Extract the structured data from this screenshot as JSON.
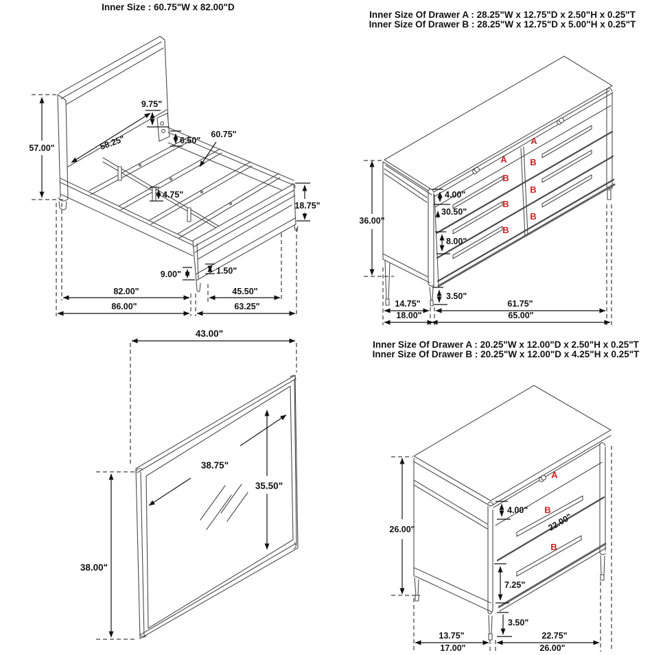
{
  "colors": {
    "line": "#4a4a4a",
    "dim": "#111111",
    "red_label": "#cc2222",
    "background": "#ffffff"
  },
  "bed": {
    "title": "Inner Size : 60.75\"W x 82.00\"D",
    "dims": {
      "height": "57.00\"",
      "headboard_panel": "9.75\"",
      "headboard_width": "58.25\"",
      "rail_height": "6.50\"",
      "slat_width": "60.75\"",
      "support_leg_height": "4.75\"",
      "footboard_height": "18.75\"",
      "leg_height": "9.00\"",
      "foot_cap": "1.50\"",
      "inner_length": "82.00\"",
      "overall_length": "86.00\"",
      "footboard_inner_width": "45.50\"",
      "footboard_width": "63.25\""
    }
  },
  "dresser": {
    "title_line1": "Inner Size Of Drawer A : 28.25\"W x 12.75\"D x 2.50\"H x 0.25\"T",
    "title_line2": "Inner Size Of Drawer B : 28.25\"W x 12.75\"D x 5.00\"H x 0.25\"T",
    "drawer_labels": [
      "A",
      "A",
      "B",
      "B",
      "B",
      "B",
      "B",
      "B"
    ],
    "dims": {
      "height": "36.00\"",
      "drawer_a_front": "4.00\"",
      "drawer_bank": "30.50\"",
      "drawer_b_front": "8.00\"",
      "leg": "3.50\"",
      "depth_inner": "14.75\"",
      "depth": "18.00\"",
      "width_inner": "61.75\"",
      "width": "65.00\""
    }
  },
  "mirror": {
    "dims": {
      "width": "43.00\"",
      "glass_width": "38.75\"",
      "glass_height": "35.50\"",
      "height": "38.00\""
    }
  },
  "nightstand": {
    "title_line1": "Inner Size Of Drawer A : 20.25\"W x 12.00\"D x 2.50\"H x 0.25\"T",
    "title_line2": "Inner Size Of Drawer B : 20.25\"W x 12.00\"D x 4.25\"H x 0.25\"T",
    "drawer_labels": [
      "A",
      "B",
      "B"
    ],
    "dims": {
      "height": "26.00\"",
      "drawer_a_front": "4.00\"",
      "drawer_width": "22.00\"",
      "drawer_b_front": "7.25\"",
      "leg": "3.50\"",
      "depth_inner": "13.75\"",
      "depth": "17.00\"",
      "width_inner": "22.75\"",
      "width": "26.00\""
    }
  }
}
